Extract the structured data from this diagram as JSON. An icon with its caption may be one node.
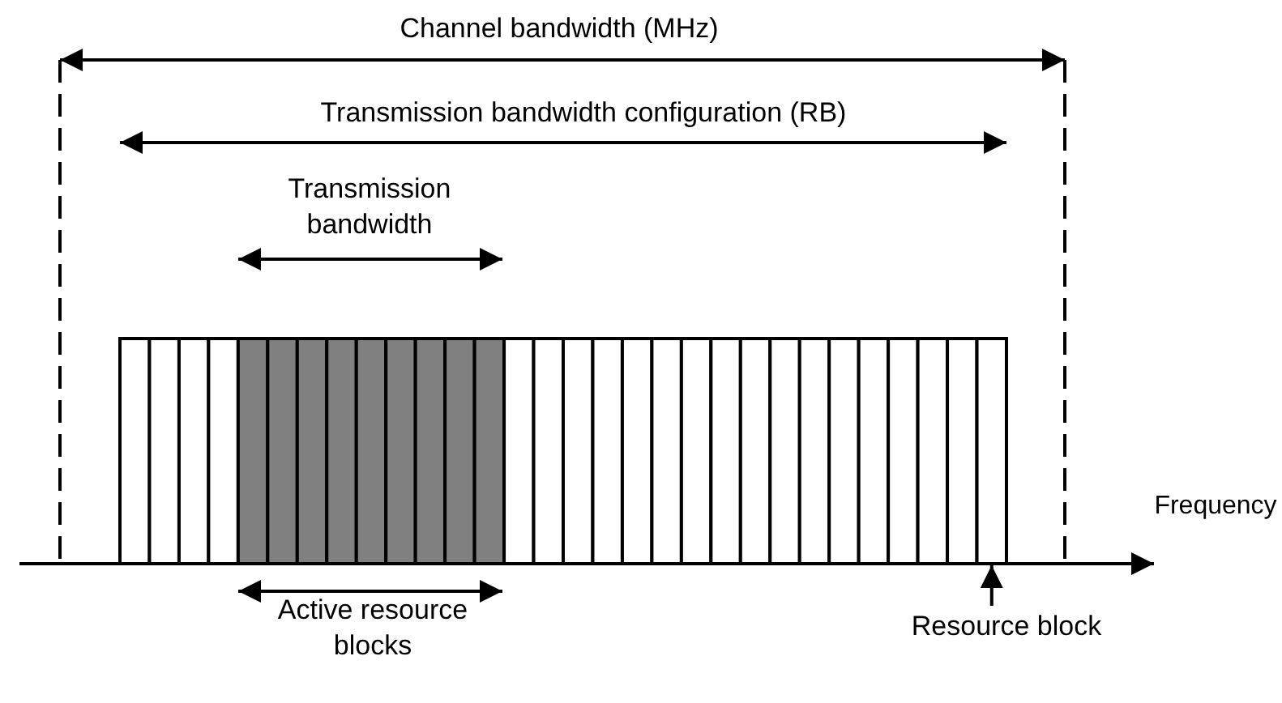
{
  "diagram": {
    "nodes": [
      {
        "text": [
          "Resource block"
        ]
      },
      {
        "text": [],
        "shape": "bar"
      }
    ],
    "edges": [
      {
        "from": 0,
        "to": 1,
        "arrow": "to"
      }
    ],
    "labels": [
      "Channel bandwidth (MHz)",
      "Transmission bandwidth configuration (RB)",
      "Transmission bandwidth",
      "Frequency",
      "Active resource blocks"
    ]
  }
}
